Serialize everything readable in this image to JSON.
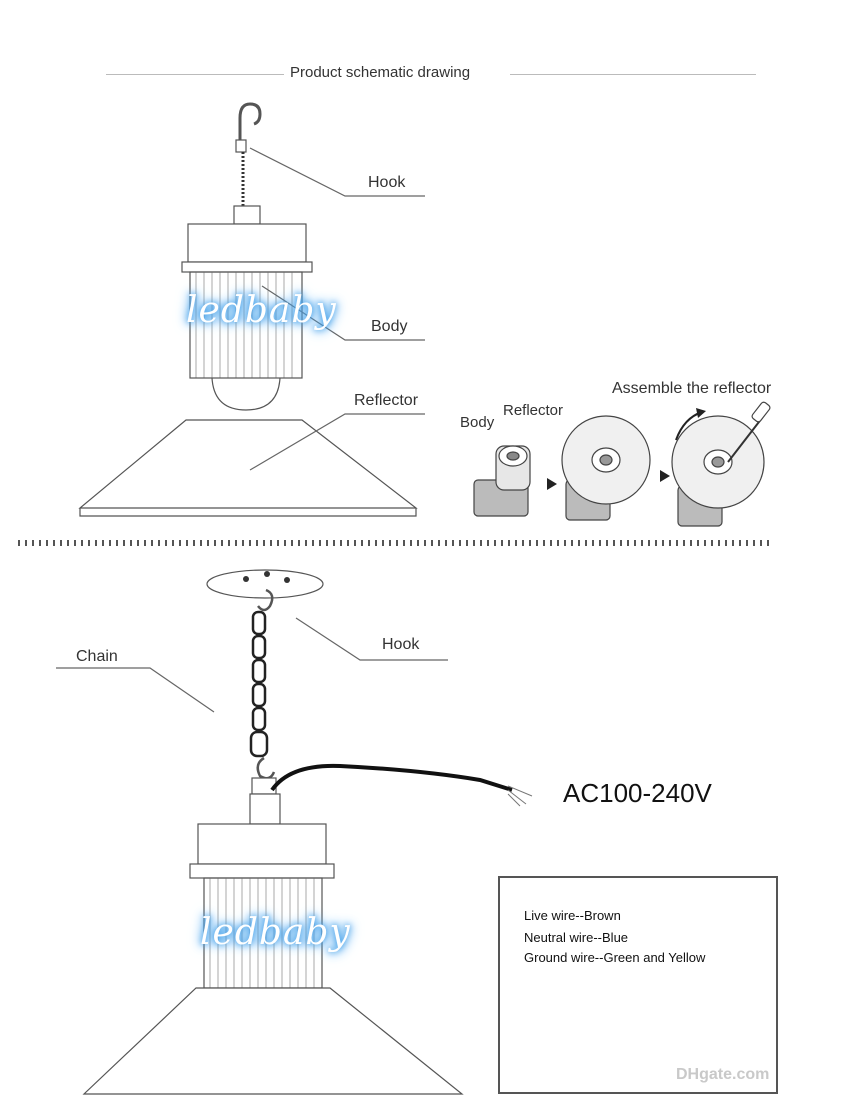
{
  "header": {
    "title": "Product schematic drawing"
  },
  "top_diagram": {
    "labels": {
      "hook": "Hook",
      "body": "Body",
      "reflector": "Reflector"
    },
    "watermark": "ledbaby"
  },
  "assembly": {
    "title": "Assemble the reflector",
    "body_label": "Body",
    "reflector_label": "Reflector"
  },
  "bottom_diagram": {
    "labels": {
      "chain": "Chain",
      "hook": "Hook"
    },
    "voltage": "AC100-240V",
    "watermark": "ledbaby"
  },
  "wiring": {
    "live": "Live wire--Brown",
    "neutral": "Neutral wire--Blue",
    "ground": "Ground wire--Green and Yellow",
    "colors": {
      "brown": "#8a4a2b",
      "blue": "#2f7fd0",
      "green": "#4caf3a",
      "yellow": "#e8d23a",
      "sheath": "#1a1a1a",
      "copper": "#c87a3c"
    }
  },
  "footer_watermark": "DHgate.com"
}
